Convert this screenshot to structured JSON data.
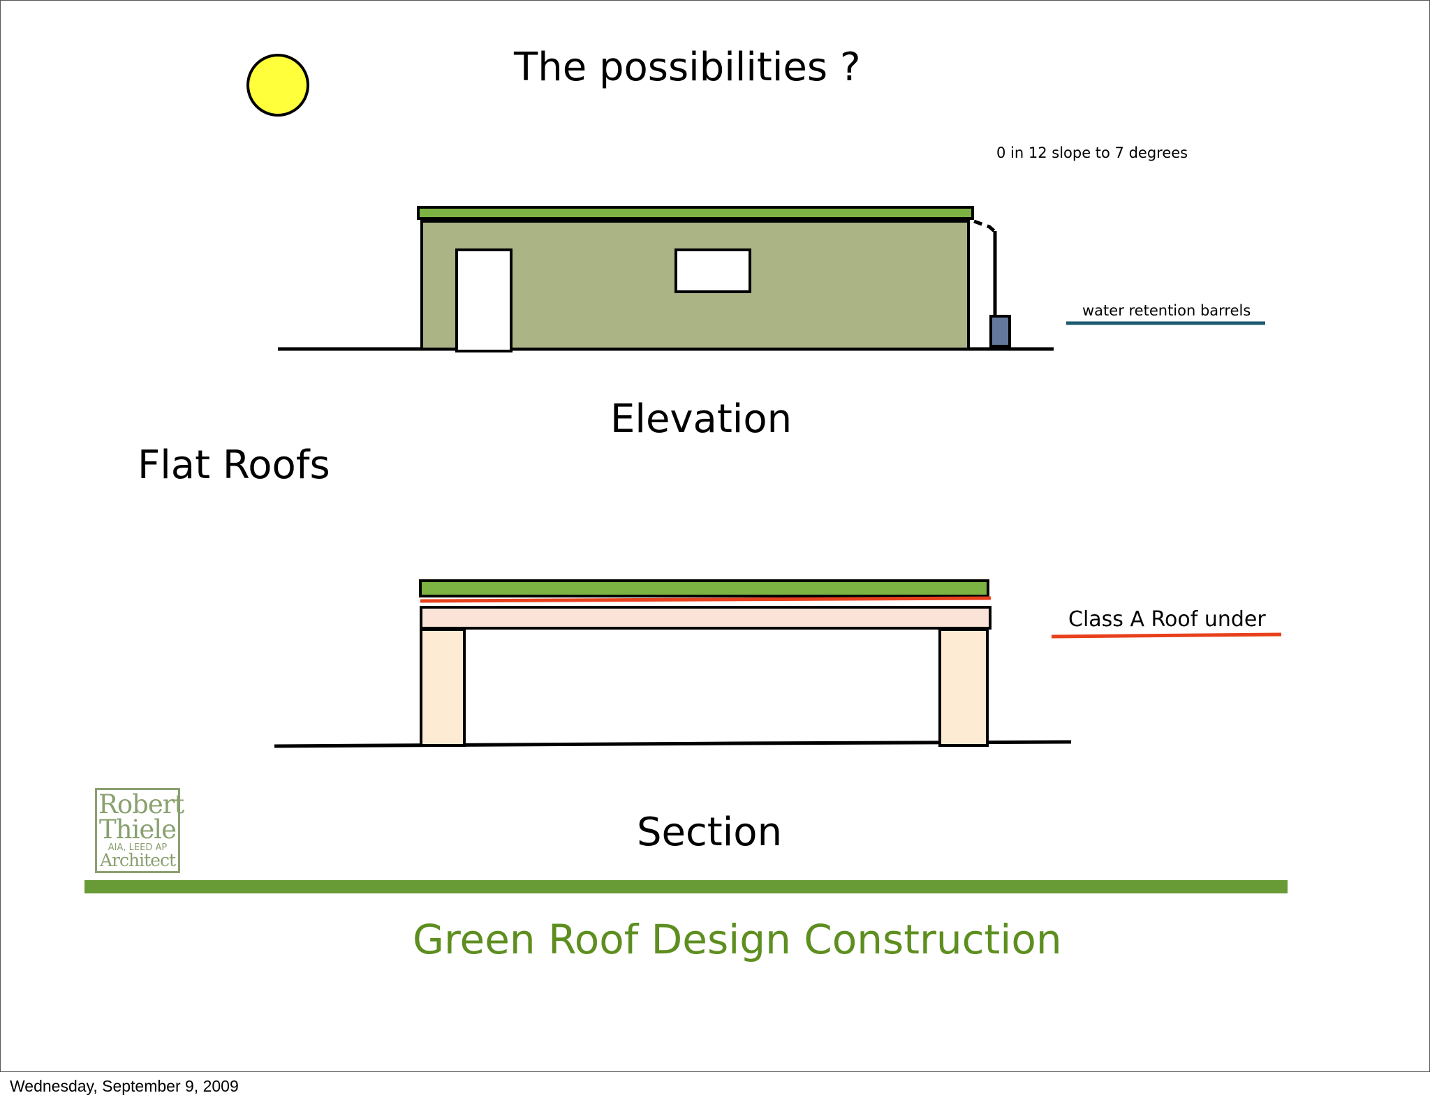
{
  "slide": {
    "title": "The possibilities ?",
    "slope_note": "0 in 12 slope to 7 degrees",
    "barrels_label": "water retention barrels",
    "elevation_label": "Elevation",
    "flat_roofs_label": "Flat Roofs",
    "class_a_label": "Class A Roof under",
    "section_label": "Section",
    "footer_title": "Green Roof Design Construction"
  },
  "logo": {
    "line1": "Robert",
    "line2": "Thiele",
    "line3": "AIA, LEED AP",
    "line4": "Architect"
  },
  "date_stamp": "Wednesday, September 9, 2009",
  "colors": {
    "green_roof": "#7cb342",
    "wall": "#abb485",
    "barrel": "#63789c",
    "water_line": "#1e5a6e",
    "membrane_red": "#e8401c",
    "deck": "#fbe3d8",
    "column": "#fdebd4",
    "sun": "#ffff3c",
    "footer_bar": "#689a35",
    "footer_text": "#5d8e1f"
  }
}
